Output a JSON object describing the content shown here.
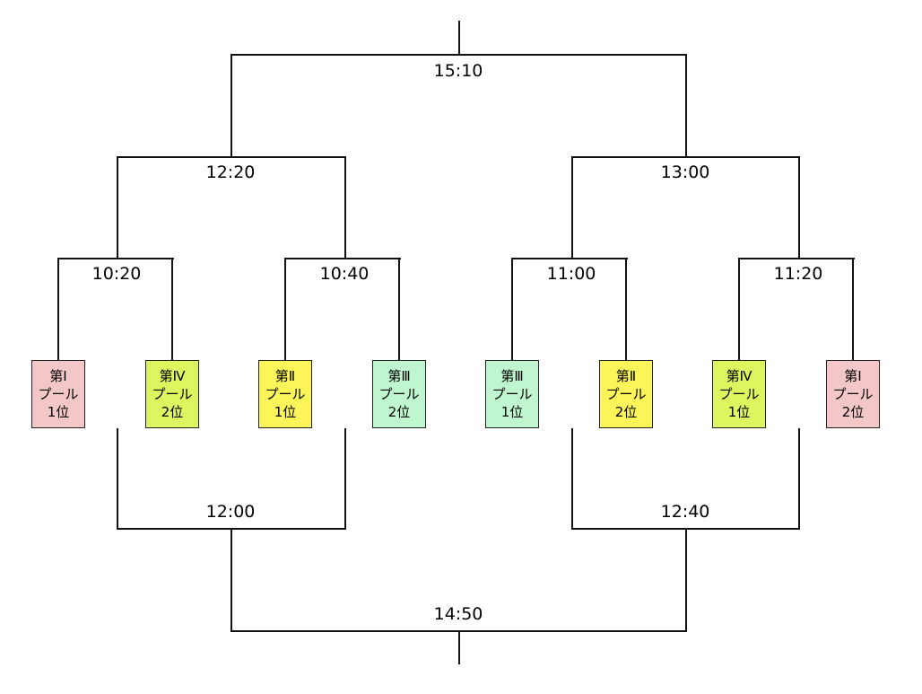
{
  "matches": {
    "final_top": "15:10",
    "semi_left_top": "12:20",
    "semi_right_top": "13:00",
    "qf_1": "10:20",
    "qf_2": "10:40",
    "qf_3": "11:00",
    "qf_4": "11:20",
    "lower_left": "12:00",
    "lower_right": "12:40",
    "final_bottom": "14:50"
  },
  "teams": [
    {
      "line1": "第Ⅰ",
      "line2": "プール",
      "line3": "1位",
      "color": "#f3c7c7"
    },
    {
      "line1": "第Ⅳ",
      "line2": "プール",
      "line3": "2位",
      "color": "#ddf55f"
    },
    {
      "line1": "第Ⅱ",
      "line2": "プール",
      "line3": "1位",
      "color": "#fbf55a"
    },
    {
      "line1": "第Ⅲ",
      "line2": "プール",
      "line3": "2位",
      "color": "#bff6cf"
    },
    {
      "line1": "第Ⅲ",
      "line2": "プール",
      "line3": "1位",
      "color": "#bff6cf"
    },
    {
      "line1": "第Ⅱ",
      "line2": "プール",
      "line3": "2位",
      "color": "#fbf55a"
    },
    {
      "line1": "第Ⅳ",
      "line2": "プール",
      "line3": "1位",
      "color": "#ddf55f"
    },
    {
      "line1": "第Ⅰ",
      "line2": "プール",
      "line3": "2位",
      "color": "#f3c7c7"
    }
  ]
}
